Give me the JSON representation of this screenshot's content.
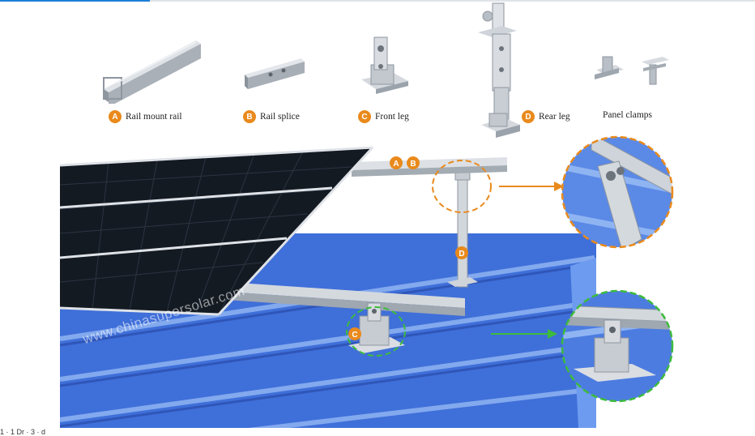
{
  "components": [
    {
      "badge": "A",
      "label": "Rail mount rail"
    },
    {
      "badge": "B",
      "label": "Rail splice"
    },
    {
      "badge": "C",
      "label": "Front leg"
    },
    {
      "badge": "D",
      "label": "Rear leg"
    },
    {
      "badge": "",
      "label": "Panel clamps"
    }
  ],
  "scene_badges": {
    "a": "A",
    "b": "B",
    "c": "C",
    "d": "D"
  },
  "watermark": "www.chinasupersolar.com",
  "colors": {
    "badge": "#e98a1c",
    "highlight_orange": "#e98a1c",
    "highlight_green": "#3dbb3d",
    "roof": "#3f6fd9",
    "panel": "#141a22",
    "aluminium": "#c9ced4",
    "accent_bar": "#1e7fd8"
  },
  "footer_clipped_text": "1 · 1 Dr · 3 · d"
}
